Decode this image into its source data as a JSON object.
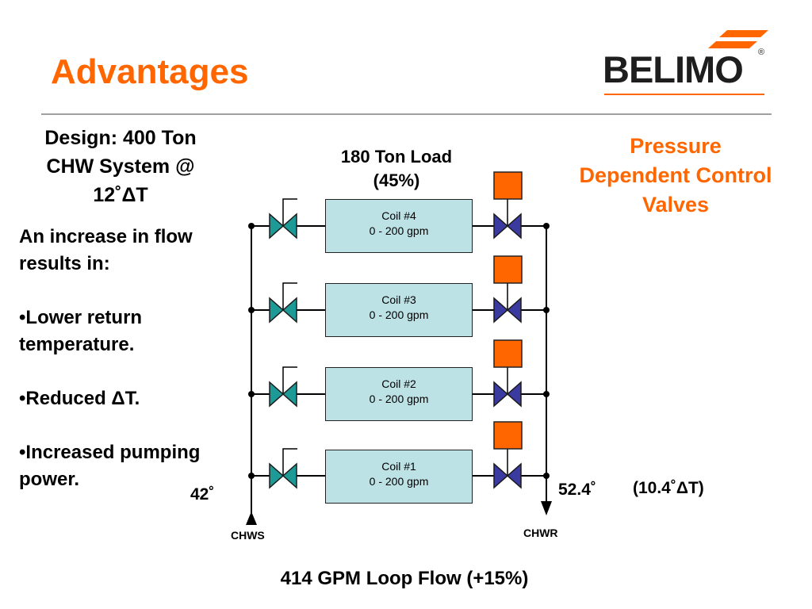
{
  "slide": {
    "title": "Advantages",
    "logo_text": "BELIMO",
    "logo_reg": "®"
  },
  "design": {
    "line1": "Design: 400 Ton",
    "line2": "CHW System @",
    "line3": "12˚ΔT"
  },
  "body": {
    "intro_line1": "An increase in flow",
    "intro_line2": "results in:",
    "bullet1_line1": "•Lower return",
    "bullet1_line2": "temperature.",
    "bullet2": "•Reduced ΔT.",
    "bullet3_line1": "•Increased pumping",
    "bullet3_line2": "power."
  },
  "side_note": {
    "line1": "Pressure",
    "line2": "Dependent Control",
    "line3": "Valves"
  },
  "load": {
    "line1": "180 Ton Load",
    "line2": "(45%)"
  },
  "coils": [
    {
      "name": "Coil #4",
      "range": "0 - 200 gpm"
    },
    {
      "name": "Coil #3",
      "range": "0 - 200 gpm"
    },
    {
      "name": "Coil #2",
      "range": "0 - 200 gpm"
    },
    {
      "name": "Coil #1",
      "range": "0 - 200 gpm"
    }
  ],
  "temps": {
    "supply": "42˚",
    "return": "52.4˚",
    "delta": "(10.4˚ΔT)"
  },
  "labels": {
    "chws": "CHWS",
    "chwr": "CHWR"
  },
  "footer": {
    "loop_flow": "414 GPM Loop Flow (+15%)"
  },
  "colors": {
    "accent": "#ff6600",
    "coil_fill": "#bde2e6",
    "balancing_valve": "#1e9a96",
    "control_valve": "#3a3aa0",
    "actuator": "#ff6600"
  }
}
